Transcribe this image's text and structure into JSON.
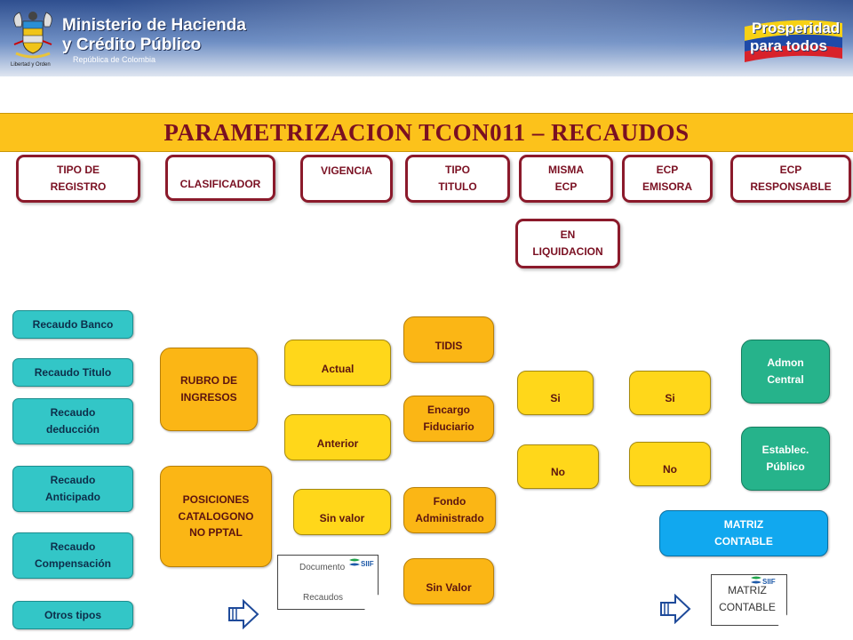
{
  "header": {
    "ministry_line1": "Ministerio de Hacienda",
    "ministry_line2": "y Crédito Público",
    "ministry_line3": "República de Colombia",
    "motto": "Libertad y Orden",
    "slogan_line1": "Prosperidad",
    "slogan_line2": "para todos"
  },
  "title": "PARAMETRIZACION TCON011 – RECAUDOS",
  "columns": [
    "TIPO DE\nREGISTRO",
    "CLASIFICADOR",
    "VIGENCIA",
    "TIPO\nTITULO",
    "MISMA\nECP",
    "ECP\nEMISORA",
    "ECP\nRESPONSABLE"
  ],
  "en_liquidacion": "EN\nLIQUIDACION",
  "tipo_registro": [
    "Recaudo Banco",
    "Recaudo Titulo",
    "Recaudo\ndeducción",
    "Recaudo\nAnticipado",
    "Recaudo\nCompensación",
    "Otros tipos"
  ],
  "clasificador": [
    "RUBRO DE\nINGRESOS",
    "POSICIONES\nCATALOGONO\nNO PPTAL"
  ],
  "vigencia": [
    "Actual",
    "Anterior",
    "Sin valor"
  ],
  "tipo_titulo": [
    "TIDIS",
    "Encargo\nFiduciario",
    "Fondo\nAdministrado",
    "Sin Valor"
  ],
  "misma_ecp": [
    "Si",
    "No"
  ],
  "ecp_emisora": [
    "Si",
    "No"
  ],
  "ecp_responsable": [
    "Admon\nCentral",
    "Establec.\nPúblico"
  ],
  "matriz_contable": "MATRIZ\nCONTABLE",
  "documents": {
    "recaudos_doc_line1": "Documento",
    "recaudos_doc_line2": "Recaudos",
    "matriz_doc": "MATRIZ\nCONTABLE",
    "logo_label": "SIIF"
  },
  "colors": {
    "title_bar": "#fcc21b",
    "title_text": "#7a1022",
    "header_border": "#8b1a2b",
    "teal": "#33c6c7",
    "orange": "#fbb615",
    "yellow": "#ffd71a",
    "green": "#26b38b",
    "blue": "#11a8ef"
  }
}
